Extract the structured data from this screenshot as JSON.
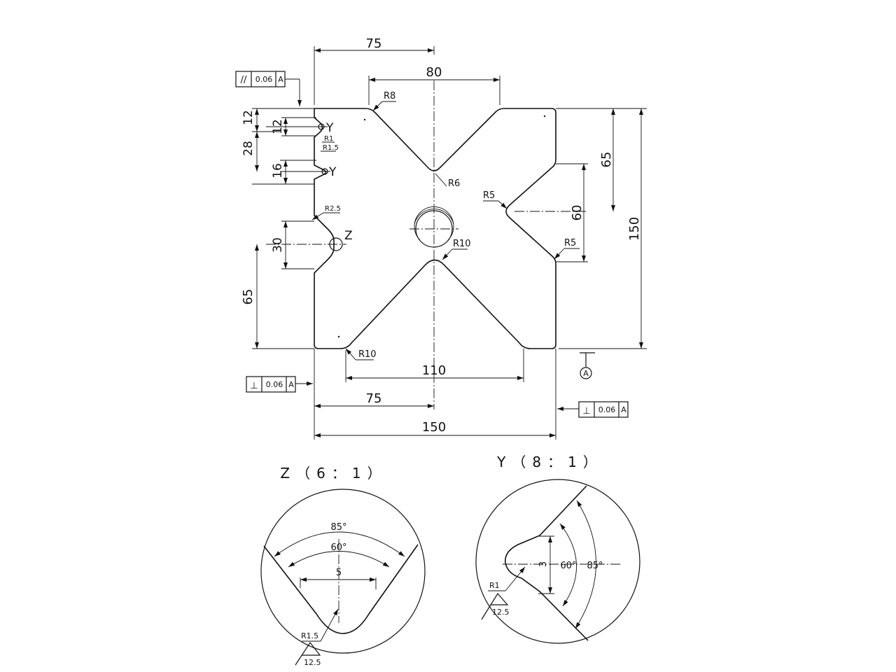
{
  "main_dims": {
    "top_left_75": "75",
    "top_80": "80",
    "right_150": "150",
    "right_65": "65",
    "right_60": "60",
    "left_12a": "12",
    "left_12b": "12",
    "left_28": "28",
    "left_16": "16",
    "left_30": "30",
    "left_65": "65",
    "bottom_110": "110",
    "bottom_75": "75",
    "bottom_150": "150"
  },
  "radii": {
    "r8": "R8",
    "r6": "R6",
    "r5_top": "R5",
    "r5_bottom": "R5",
    "r10_center": "R10",
    "r10_bottom": "R10",
    "r1": "R1",
    "r15": "R1.5",
    "r25": "R2.5"
  },
  "markers": {
    "y_upper": "Y",
    "y_lower": "Y",
    "z": "Z",
    "datum": "A"
  },
  "tolerances": {
    "parallelism": {
      "symbol": "//",
      "value": "0.06",
      "datum": "A"
    },
    "perp_left": {
      "symbol": "⊥",
      "value": "0.06",
      "datum": "A"
    },
    "perp_right": {
      "symbol": "⊥",
      "value": "0.06",
      "datum": "A"
    }
  },
  "detail_z": {
    "title": "Z（6：1）",
    "angle_outer": "85°",
    "angle_inner": "60°",
    "width": "5",
    "radius": "R1.5",
    "roughness": "12.5"
  },
  "detail_y": {
    "title": "Y（8：1）",
    "angle_inner": "60°",
    "angle_outer": "85°",
    "depth": "3",
    "radius": "R1",
    "roughness": "12.5"
  }
}
